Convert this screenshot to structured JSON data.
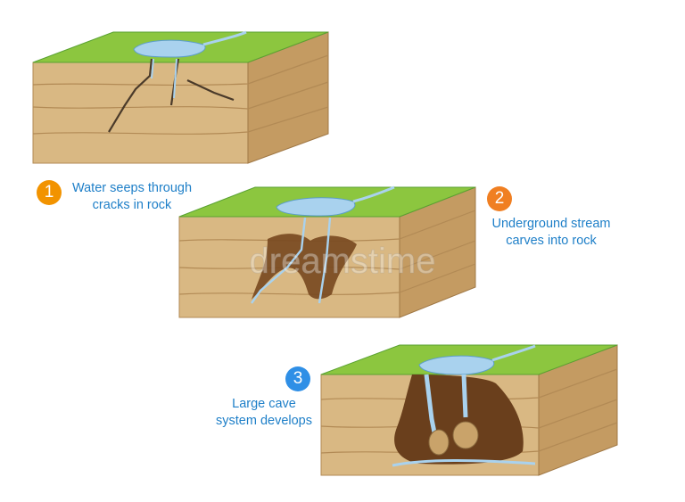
{
  "steps": [
    {
      "number": "1",
      "caption": "Water seeps through\ncracks in rock",
      "badge_color": "#f29300"
    },
    {
      "number": "2",
      "caption": "Underground stream\ncarves into rock",
      "badge_color": "#f07f22"
    },
    {
      "number": "3",
      "caption": "Large cave\nsystem develops",
      "badge_color": "#2f8fe6"
    }
  ],
  "colors": {
    "grass": "#8cc63f",
    "grass_dark": "#5aa232",
    "rock_front": "#d9b883",
    "rock_side": "#c49b62",
    "water": "#a9d2ee",
    "cave": "#6a3f1c",
    "caption_text": "#1e7fc8"
  },
  "watermark": "dreamstime"
}
